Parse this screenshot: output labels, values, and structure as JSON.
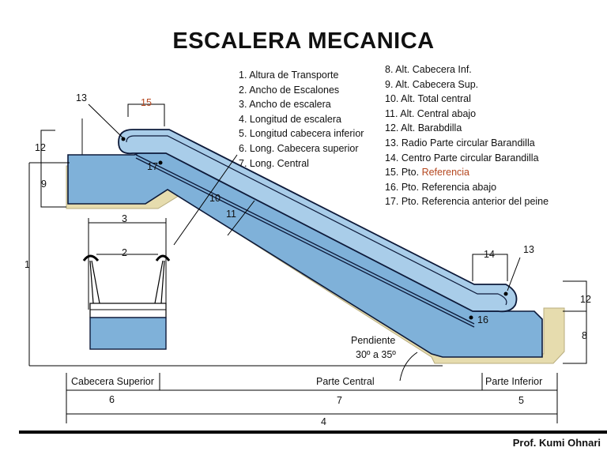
{
  "title": "ESCALERA MECANICA",
  "legend_left": [
    "1. Altura de Transporte",
    "2. Ancho de Escalones",
    "3. Ancho de escalera",
    "4. Longitud de escalera",
    "5. Longitud cabecera inferior",
    "6.  Long. Cabecera superior",
    "7. Long. Central"
  ],
  "legend_right": [
    "8. Alt. Cabecera Inf.",
    "9. Alt. Cabecera Sup.",
    "10. Alt. Total central",
    "11. Alt. Central abajo",
    "12. Alt. Barabdilla",
    "13. Radio Parte circular Barandilla",
    "14. Centro Parte circular Barandilla"
  ],
  "legend_ref": {
    "prefix": "15. Pto. ",
    "highlight": "Referencia"
  },
  "legend_right_tail": [
    "16. Pto. Referencia abajo",
    "17. Pto. Referencia anterior del peine"
  ],
  "labels": {
    "n13_top": "13",
    "n15": "15",
    "n12_left": "12",
    "n17": "17",
    "n9": "9",
    "n10": "10",
    "n11": "11",
    "n3": "3",
    "n2": "2",
    "n1": "1",
    "n14": "14",
    "n13_bottom": "13",
    "n12_right": "12",
    "n16": "16",
    "n8": "8",
    "n6": "6",
    "n7": "7",
    "n5": "5",
    "n4": "4"
  },
  "slope_label": "Pendiente",
  "slope_value": "30º a 35º",
  "sections": {
    "upper": "Cabecera Superior",
    "central": "Parte Central",
    "lower": "Parte Inferior"
  },
  "author": "Prof. Kumi Ohnari",
  "colors": {
    "blue_fill": "#7fb1d9",
    "blue_light": "#a9cde9",
    "outline": "#0d1a3a",
    "beige": "#e6dcae",
    "accent": "#b5471f"
  }
}
